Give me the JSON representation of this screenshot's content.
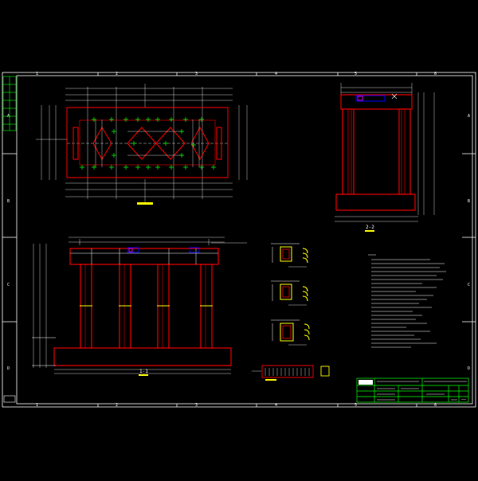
{
  "drawing": {
    "background": "#000000",
    "colors": {
      "frame": "#ffffff",
      "outline": "#ff0000",
      "dimension": "#ffffff",
      "rebar": "#00ff00",
      "hatch": "#ffff00",
      "accent": "#0000ff",
      "magenta": "#ff00ff",
      "titleblock": "#00ff00"
    },
    "column_markers": [
      "1",
      "2",
      "3",
      "4",
      "5",
      "6"
    ],
    "row_markers": [
      "A",
      "B",
      "C",
      "D"
    ],
    "section_label": "1-1",
    "side_section_label": "2-2",
    "titleblock_text": "——"
  }
}
